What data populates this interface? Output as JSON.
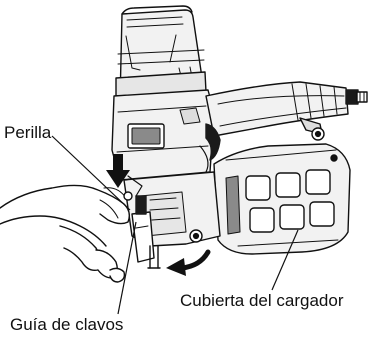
{
  "labels": {
    "knob": "Perilla",
    "magazine_cover": "Cubierta del cargador",
    "nail_guide": "Guía de clavos"
  },
  "colors": {
    "line": "#111111",
    "body_fill": "#f2f2f2",
    "shade": "#8a8a8a",
    "dark": "#1a1a1a",
    "background": "#ffffff"
  },
  "icons": {
    "press_direction": "arrow-down-icon",
    "rotate_direction": "curved-arrow-icon"
  }
}
